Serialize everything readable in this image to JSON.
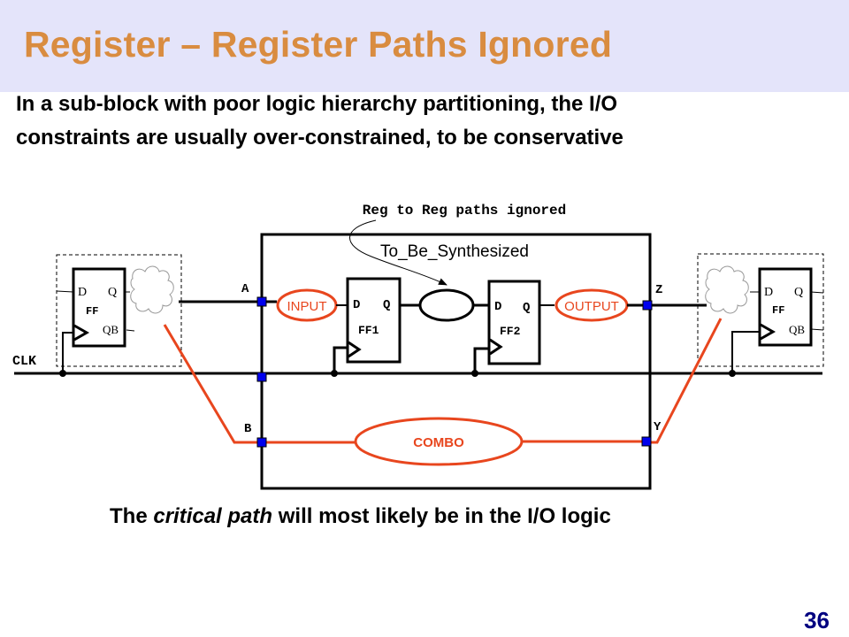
{
  "slide": {
    "title": "Register – Register Paths Ignored",
    "subtitle_line1": "In a sub-block with poor logic hierarchy partitioning, the I/O",
    "subtitle_line2": "constraints are usually over-constrained, to be conservative",
    "conclusion_prefix": "The ",
    "conclusion_emphasis": "critical path",
    "conclusion_suffix": " will most likely be in the I/O logic",
    "page_number": "36"
  },
  "diagram": {
    "annotation": "Reg to Reg paths ignored",
    "block_name": "To_Be_Synthesized",
    "clock_label": "CLK",
    "ports": {
      "a": "A",
      "b": "B",
      "z": "Z",
      "y": "Y"
    },
    "input_logic": "INPUT",
    "output_logic": "OUTPUT",
    "combo_logic": "COMBO",
    "ff1": {
      "name": "FF1",
      "d": "D",
      "q": "Q"
    },
    "ff2": {
      "name": "FF2",
      "d": "D",
      "q": "Q"
    },
    "left_ff": {
      "name": "FF",
      "d": "D",
      "q": "Q",
      "qb": "QB"
    },
    "right_ff": {
      "name": "FF",
      "d": "D",
      "q": "Q",
      "qb": "QB"
    },
    "colors": {
      "title": "#d98c40",
      "header_band": "#e4e4fa",
      "critical_path": "#e8461e",
      "port": "#0000ee",
      "page_number": "#000080"
    }
  }
}
